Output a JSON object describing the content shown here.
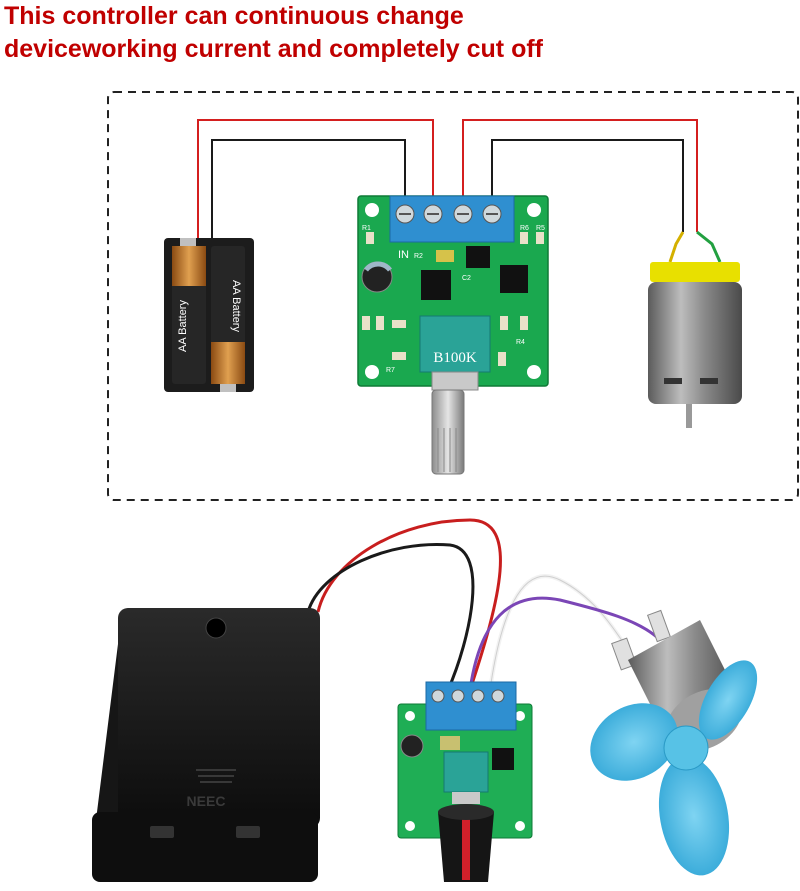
{
  "headline": {
    "line1": "This controller can continuous change",
    "line2": "deviceworking current and completely cut off"
  },
  "diagram": {
    "battery_label_1": "AA Battery",
    "battery_label_2": "AA Battery",
    "pot_label": "B100K",
    "pcb_in_label": "IN",
    "pcb_r1": "R1",
    "pcb_r2": "R2",
    "pcb_r4": "R4",
    "pcb_r5": "R5",
    "pcb_r6": "R6",
    "pcb_r7": "R7",
    "pcb_c2": "C2"
  },
  "photo": {
    "case_brand": "NEEC"
  },
  "colors": {
    "headline": "#c00000",
    "wire_red": "#d41f1f",
    "wire_black": "#1a1a1a",
    "pcb_green": "#1aa84f",
    "terminal_blue": "#2f8fd0",
    "fan_blue": "#49b8e0"
  }
}
